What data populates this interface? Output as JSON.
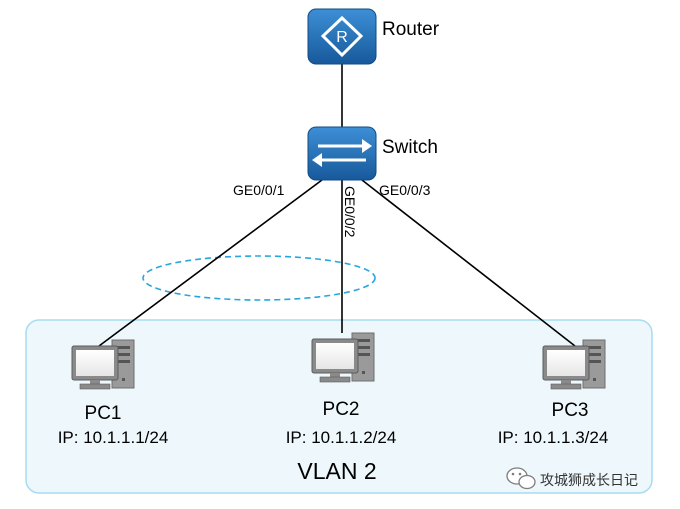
{
  "devices": {
    "router": {
      "label": "Router",
      "icon": "router-icon"
    },
    "switch": {
      "label": "Switch",
      "icon": "switch-icon"
    },
    "pcs": [
      {
        "name": "PC1",
        "ip": "IP: 10.1.1.1/24",
        "port": "GE0/0/1",
        "icon": "desktop-computer-icon"
      },
      {
        "name": "PC2",
        "ip": "IP: 10.1.1.2/24",
        "port": "GE0/0/2",
        "icon": "desktop-computer-icon"
      },
      {
        "name": "PC3",
        "ip": "IP: 10.1.1.3/24",
        "port": "GE0/0/3",
        "icon": "desktop-computer-icon"
      }
    ]
  },
  "vlan": {
    "label": "VLAN 2"
  },
  "watermark": {
    "text": "攻城狮成长日记",
    "icon": "wechat-icon"
  },
  "colors": {
    "device_blue": "#1f6fb8",
    "vlan_fill": "#eef8fc",
    "vlan_border": "#a6dcef",
    "dashed_ellipse": "#29a6dc",
    "link": "#000000"
  }
}
